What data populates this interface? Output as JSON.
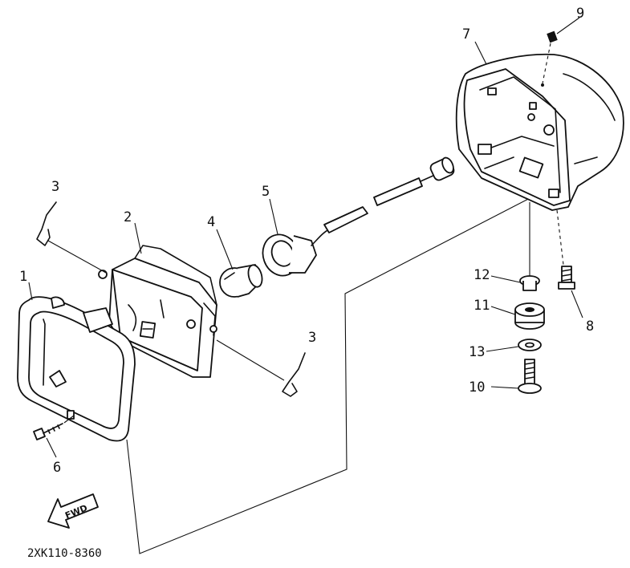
{
  "diagram": {
    "part_numbers": {
      "p1": "1",
      "p2": "2",
      "p3a": "3",
      "p3b": "3",
      "p4": "4",
      "p5": "5",
      "p6": "6",
      "p7": "7",
      "p8": "8",
      "p9": "9",
      "p10": "10",
      "p11": "11",
      "p12": "12",
      "p13": "13"
    },
    "direction_label": "FWD",
    "drawing_code": "2XK110-8360"
  }
}
